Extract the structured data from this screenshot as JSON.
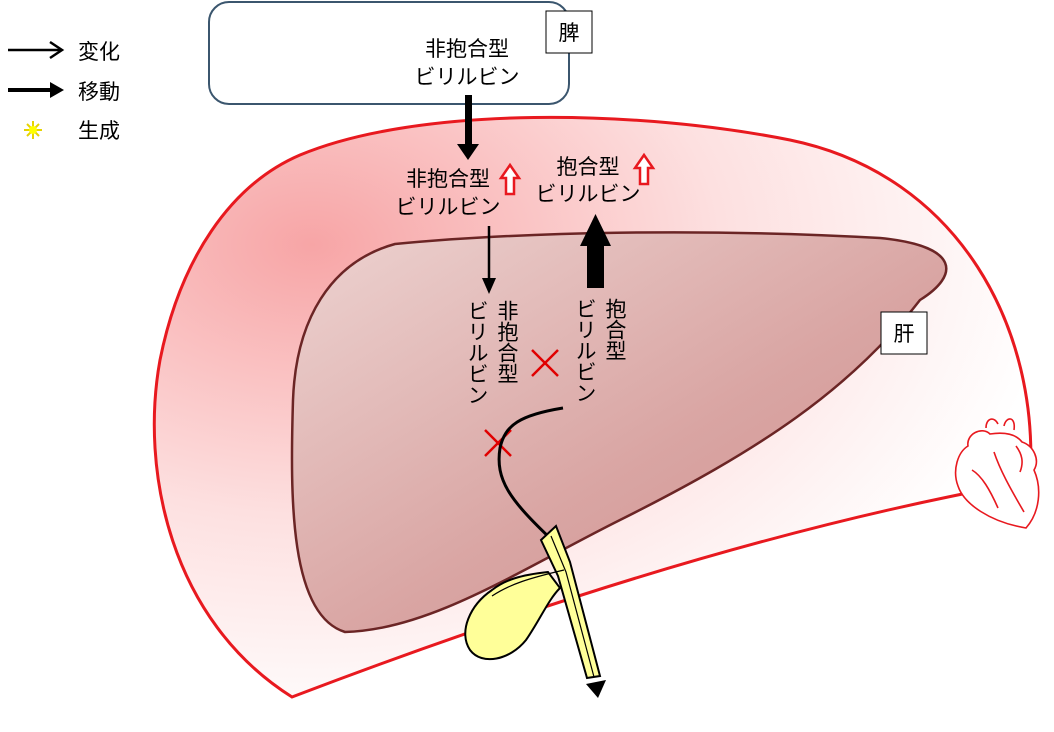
{
  "legend": {
    "change_label": "変化",
    "move_label": "移動",
    "produce_label": "生成"
  },
  "spleen": {
    "tag": "脾",
    "content_line1": "非抱合型",
    "content_line2": "ビリルビン"
  },
  "liver": {
    "tag": "肝",
    "blood_unconj_line1": "非抱合型",
    "blood_unconj_line2": "ビリルビン",
    "blood_conj_line1": "抱合型",
    "blood_conj_line2": "ビリルビン",
    "cell_unconj_col1": "非抱合型",
    "cell_unconj_col2": "ビリルビン",
    "cell_conj_col1": "抱合型",
    "cell_conj_col2": "ビリルビン"
  },
  "colors": {
    "blood_outline": "#e8191f",
    "liver_outline": "#6b2525",
    "block_mark": "#e00000",
    "bile": "#ffff99",
    "star": "#ffff00"
  }
}
